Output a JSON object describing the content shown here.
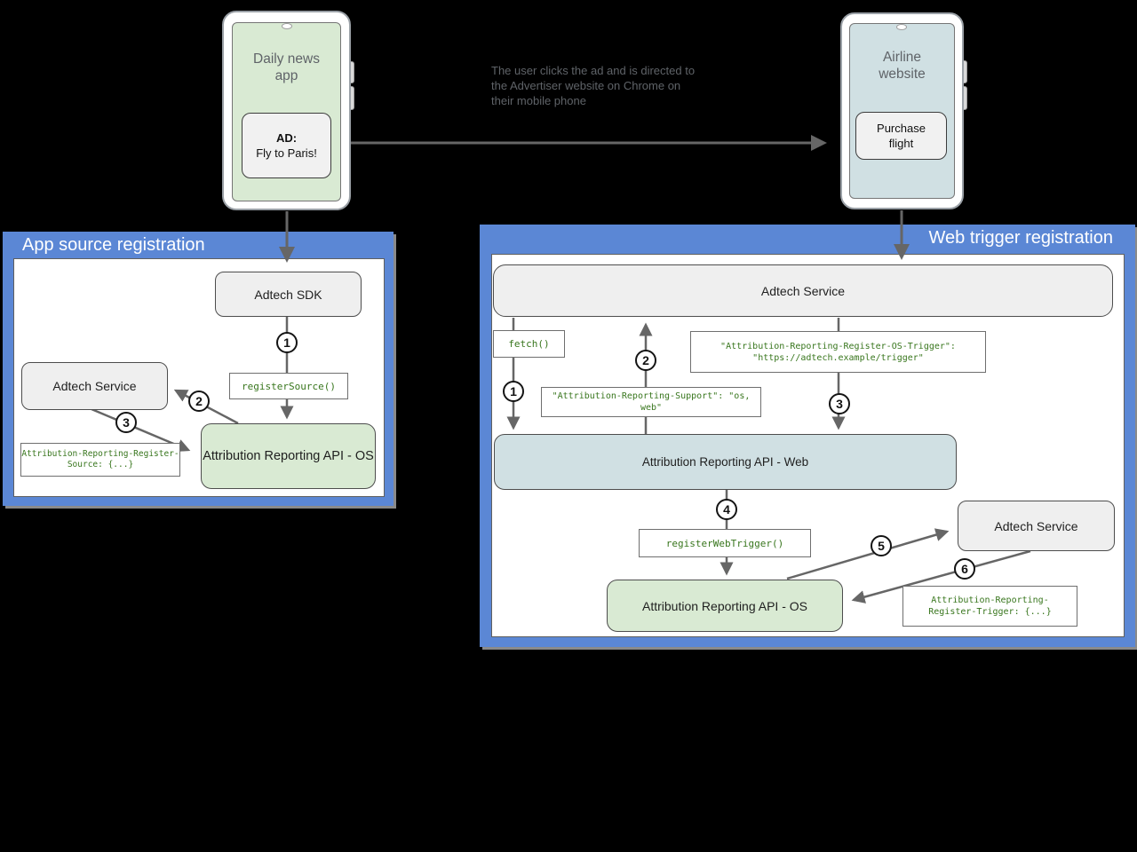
{
  "colors": {
    "panel_blue": "#5b87d5",
    "green_fill": "#d9ead3",
    "cyan_fill": "#d0e0e3",
    "gray_fill": "#efefef",
    "code_green": "#38761d",
    "arrow_gray": "#666666"
  },
  "phone_left": {
    "app_name": "Daily news\napp",
    "ad_title": "AD:",
    "ad_text": "Fly to Paris!"
  },
  "phone_right": {
    "site_name": "Airline\nwebsite",
    "button_label": "Purchase\nflight"
  },
  "annotation": "The user clicks the ad and is directed to\nthe Advertiser website on Chrome on\ntheir mobile phone",
  "app_source": {
    "title": "App source registration",
    "adtech_sdk_label": "Adtech SDK",
    "register_source_call": "registerSource()",
    "adtech_service_label": "Adtech Service",
    "ara_os_label": "Attribution Reporting API - OS",
    "register_source_header": [
      "Attribution-Reporting-Register-",
      "Source: {...}"
    ],
    "steps": [
      "1",
      "2",
      "3"
    ]
  },
  "web_trigger": {
    "title": "Web trigger registration",
    "adtech_service_top_label": "Adtech Service",
    "fetch_call": "fetch()",
    "support_header": "\"Attribution-Reporting-Support\": \"os, web\"",
    "register_os_trigger_header": [
      "\"Attribution-Reporting-Register-OS-Trigger\":",
      "\"https://adtech.example/trigger\""
    ],
    "ara_web_label": "Attribution Reporting API - Web",
    "register_web_trigger_call": "registerWebTrigger()",
    "ara_os_label": "Attribution Reporting API - OS",
    "adtech_service_right_label": "Adtech Service",
    "register_trigger_header": [
      "Attribution-Reporting-",
      "Register-Trigger: {...}"
    ],
    "steps": [
      "1",
      "2",
      "3",
      "4",
      "5",
      "6"
    ]
  }
}
